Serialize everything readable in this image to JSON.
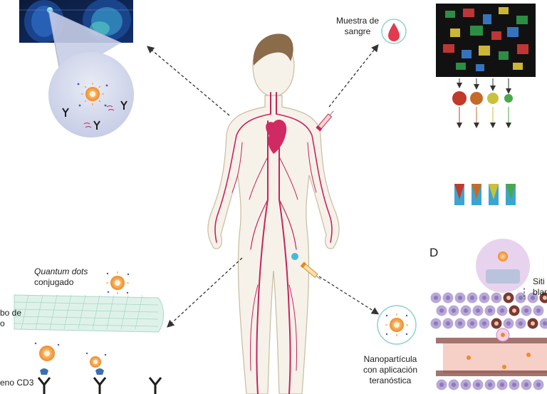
{
  "labels": {
    "blood_sample": [
      "Muestra de",
      "sangre"
    ],
    "quantum_dots": [
      "Quantum dots",
      "conjugado"
    ],
    "nanotube": [
      "bo de",
      "o"
    ],
    "antigen": "eno CD3",
    "theranostic": [
      "Nanopartícula",
      "con aplicación",
      "teranóstica"
    ],
    "panel_d": "D",
    "site": [
      "Siti",
      "blan"
    ]
  },
  "colors": {
    "vessel": "#c8235d",
    "heart": "#d02a62",
    "skin": "#f6f2ea",
    "outline": "#c7bc9f",
    "hair": "#8a6b4a",
    "arrow": "#333333",
    "nanoparticle_core": "#f08a24",
    "blood_drop": "#e23a4e",
    "cell_purple": "#b9a7d8",
    "cell_brown": "#7a3a33",
    "vessel_pink": "#f6cfc6"
  },
  "microscopy_dots": [
    {
      "color": "#c0392b"
    },
    {
      "color": "#c46b2a"
    },
    {
      "color": "#c8c23a"
    },
    {
      "color": "#4aa84a"
    }
  ],
  "icons": {
    "brain_scan": "brain-mri-icon",
    "syringe": "syringe-icon",
    "antibody": "antibody-icon",
    "nanoparticle": "nanoparticle-icon"
  }
}
